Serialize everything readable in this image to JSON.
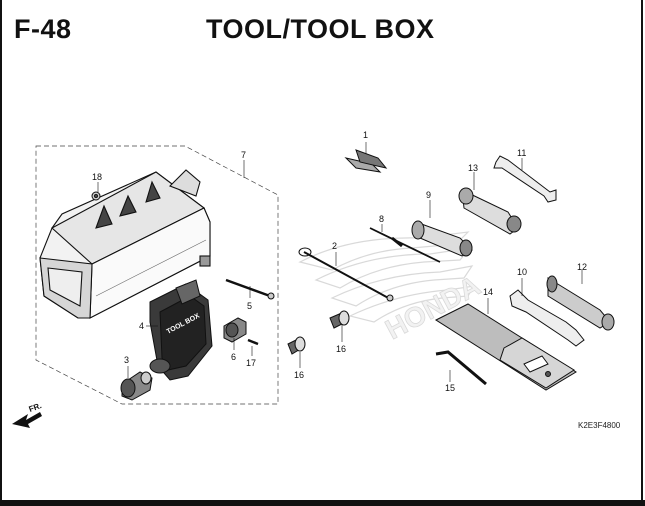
{
  "header": {
    "figure_number": "F-48",
    "title": "TOOL/TOOL BOX"
  },
  "diagram_code": "K2E3F4800",
  "direction_label": "FR.",
  "watermark_text": "HONDA",
  "tool_box_label": "TOOL BOX",
  "callouts": [
    "1",
    "2",
    "3",
    "4",
    "5",
    "6",
    "7",
    "8",
    "9",
    "10",
    "11",
    "12",
    "13",
    "14",
    "15",
    "16",
    "16",
    "17",
    "18"
  ]
}
